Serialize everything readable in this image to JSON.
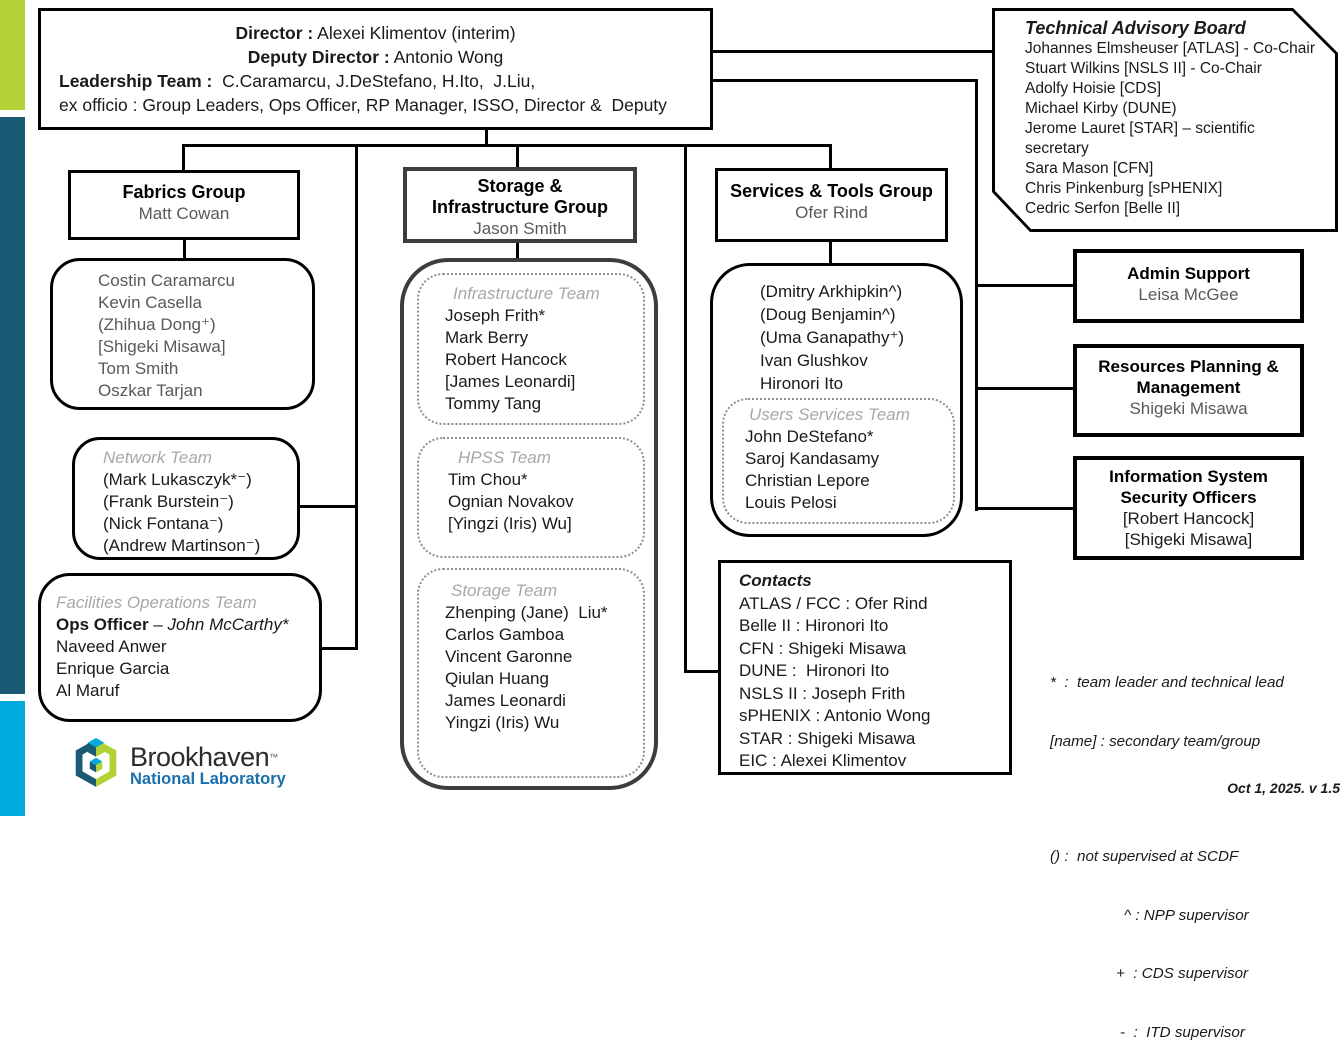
{
  "colors": {
    "stripe_green": "#b2d235",
    "stripe_dark_teal": "#1b5a74",
    "stripe_cyan": "#00a9de",
    "storage_border_gray": "#3d3d3d",
    "team_header_gray": "#a8a8a8",
    "lead_name_gray": "#595959",
    "logo_blue": "#1a6fad"
  },
  "director_box": {
    "director_label": "Director :",
    "director_value": " Alexei Klimentov (interim)",
    "deputy_label": "Deputy Director :",
    "deputy_value": " Antonio Wong",
    "leadership_label": "Leadership Team :",
    "leadership_value": "  C.Caramarcu, J.DeStefano, H.Ito,  J.Liu,",
    "ex_officio": "ex officio : Group Leaders, Ops Officer, RP Manager, ISSO, Director &  Deputy"
  },
  "tab": {
    "title": "Technical Advisory Board",
    "members": [
      "Johannes Elmsheuser [ATLAS] - Co-Chair",
      "Stuart Wilkins [NSLS II]  - Co-Chair",
      "Adolfy Hoisie [CDS]",
      "Michael Kirby (DUNE)",
      "Jerome Lauret [STAR] – scientific secretary",
      "Sara Mason [CFN]",
      "Chris Pinkenburg [sPHENIX]",
      "Cedric Serfon [Belle II]"
    ]
  },
  "groups": {
    "fabrics": {
      "title": "Fabrics Group",
      "lead": "Matt Cowan",
      "members": [
        "Costin Caramarcu",
        "Kevin Casella",
        "(Zhihua Dong⁺)",
        "[Shigeki Misawa]",
        "Tom Smith",
        "Oszkar Tarjan"
      ]
    },
    "storage": {
      "title_line1": "Storage &",
      "title_line2": "Infrastructure Group",
      "lead": "Jason Smith",
      "teams": {
        "infrastructure": {
          "name": "Infrastructure Team",
          "members": [
            "Joseph Frith*",
            "Mark Berry",
            "Robert Hancock",
            "[James Leonardi]",
            "Tommy Tang"
          ]
        },
        "hpss": {
          "name": "HPSS Team",
          "members": [
            "Tim Chou*",
            "Ognian Novakov",
            "[Yingzi (Iris) Wu]"
          ]
        },
        "storage_team": {
          "name": "Storage Team",
          "members": [
            "Zhenping (Jane)  Liu*",
            "Carlos Gamboa",
            "Vincent Garonne",
            "Qiulan Huang",
            "James Leonardi",
            "Yingzi (Iris) Wu"
          ]
        }
      }
    },
    "services": {
      "title": "Services & Tools Group",
      "lead": "Ofer Rind",
      "members": [
        "(Dmitry Arkhipkin^)",
        "(Doug Benjamin^)",
        "(Uma Ganapathy⁺)",
        "Ivan Glushkov",
        "Hironori Ito"
      ],
      "users_team": {
        "name": "Users Services Team",
        "members": [
          "John DeStefano*",
          "Saroj Kandasamy",
          "Christian Lepore",
          "Louis Pelosi"
        ]
      }
    }
  },
  "fabrics_subteams": {
    "network": {
      "name": "Network Team",
      "members": [
        "(Mark Lukasczyk*⁻)",
        "(Frank Burstein⁻)",
        "(Nick Fontana⁻)",
        "(Andrew Martinson⁻)"
      ]
    },
    "facilities": {
      "name": "Facilities Operations Team",
      "ops_label": "Ops Officer",
      "ops_sep": " – ",
      "ops_value": "John McCarthy*",
      "members": [
        "Naveed Anwer",
        "Enrique Garcia",
        "Al Maruf"
      ]
    }
  },
  "side_boxes": {
    "admin": {
      "title": "Admin Support",
      "name": "Leisa McGee"
    },
    "resources": {
      "title": "Resources Planning & Management",
      "name": "Shigeki Misawa"
    },
    "isso": {
      "title": "Information System Security Officers",
      "names": [
        "[Robert Hancock]",
        "[Shigeki Misawa]"
      ]
    }
  },
  "contacts": {
    "title": "Contacts",
    "lines": [
      "ATLAS / FCC : Ofer Rind",
      "Belle II : Hironori Ito",
      "CFN : Shigeki Misawa",
      "DUNE :  Hironori Ito",
      "NSLS II : Joseph Frith",
      "sPHENIX : Antonio Wong",
      "STAR : Shigeki Misawa",
      "EIC : Alexei Klimentov"
    ]
  },
  "legend": {
    "line1": "*  :  team leader and technical lead",
    "line2": "[name] : secondary team/group",
    "line3": "() :  not supervised at SCDF",
    "line4": "^ : NPP supervisor",
    "line5": "+  : CDS supervisor",
    "line6": "-  :  ITD supervisor",
    "date": "Oct 1,  2025. v 1.5"
  },
  "logo": {
    "name": "Brookhaven",
    "tm": "™",
    "subtitle": "National Laboratory"
  }
}
